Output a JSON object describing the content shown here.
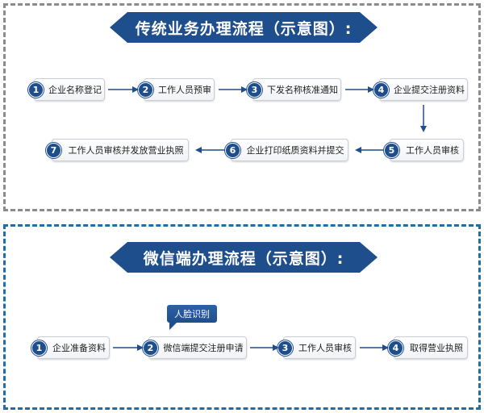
{
  "traditional": {
    "title": "传统业务办理流程（示意图）:",
    "steps": [
      {
        "num": "1",
        "label": "企业名称登记"
      },
      {
        "num": "2",
        "label": "工作人员预审"
      },
      {
        "num": "3",
        "label": "下发名称核准通知"
      },
      {
        "num": "4",
        "label": "企业提交注册资料"
      },
      {
        "num": "5",
        "label": "工作人员审核"
      },
      {
        "num": "6",
        "label": "企业打印纸质资料并提交"
      },
      {
        "num": "7",
        "label": "工作人员审核并发放营业执照"
      }
    ]
  },
  "wechat": {
    "title": "微信端办理流程（示意图）:",
    "callout": "人脸识别",
    "steps": [
      {
        "num": "1",
        "label": "企业准备资料"
      },
      {
        "num": "2",
        "label": "微信端提交注册申请"
      },
      {
        "num": "3",
        "label": "工作人员审核"
      },
      {
        "num": "4",
        "label": "取得营业执照"
      }
    ]
  },
  "colors": {
    "accent": "#1f4e8c",
    "top_border": "#8c8c8c",
    "bottom_border": "#1f6fa6"
  }
}
